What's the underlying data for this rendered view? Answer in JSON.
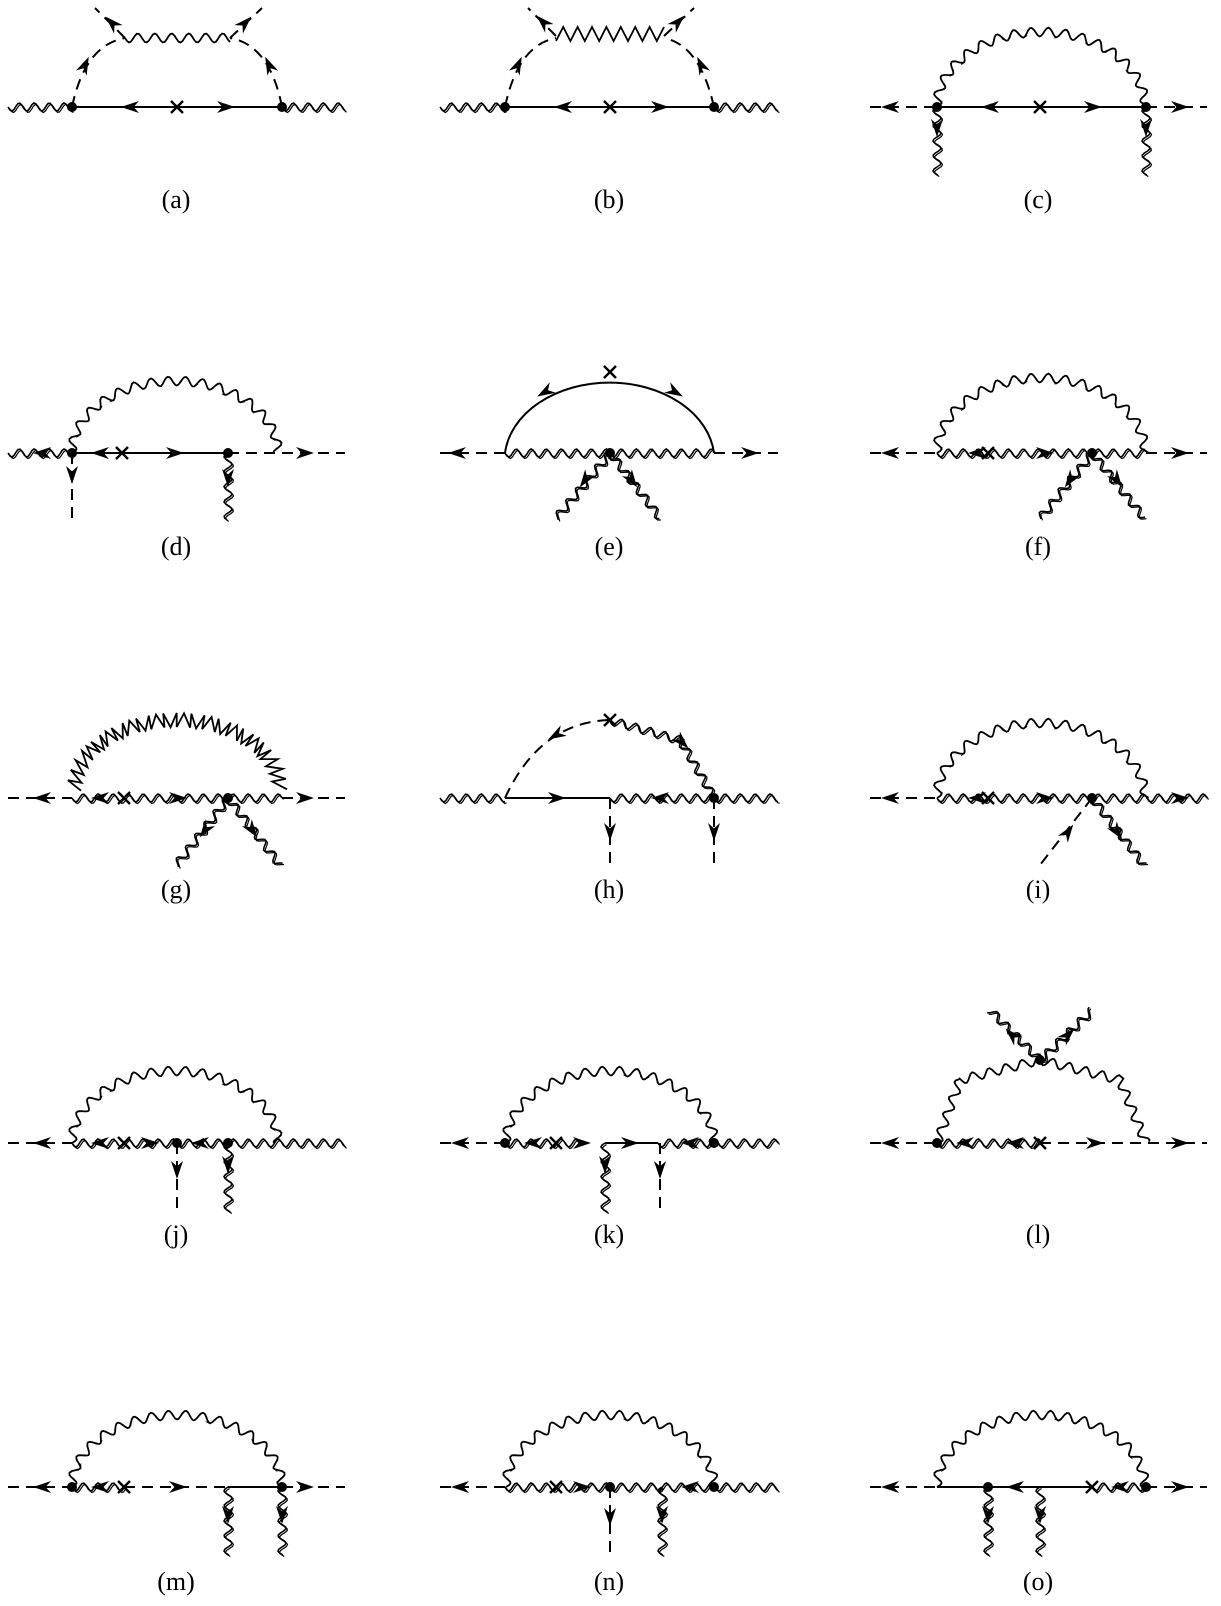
{
  "figure": {
    "captions": [
      "(a)",
      "(b)",
      "(c)",
      "(d)",
      "(e)",
      "(f)",
      "(g)",
      "(h)",
      "(i)",
      "(j)",
      "(k)",
      "(l)",
      "(m)",
      "(n)",
      "(o)"
    ],
    "line_color": "#000000",
    "background": "#ffffff"
  }
}
